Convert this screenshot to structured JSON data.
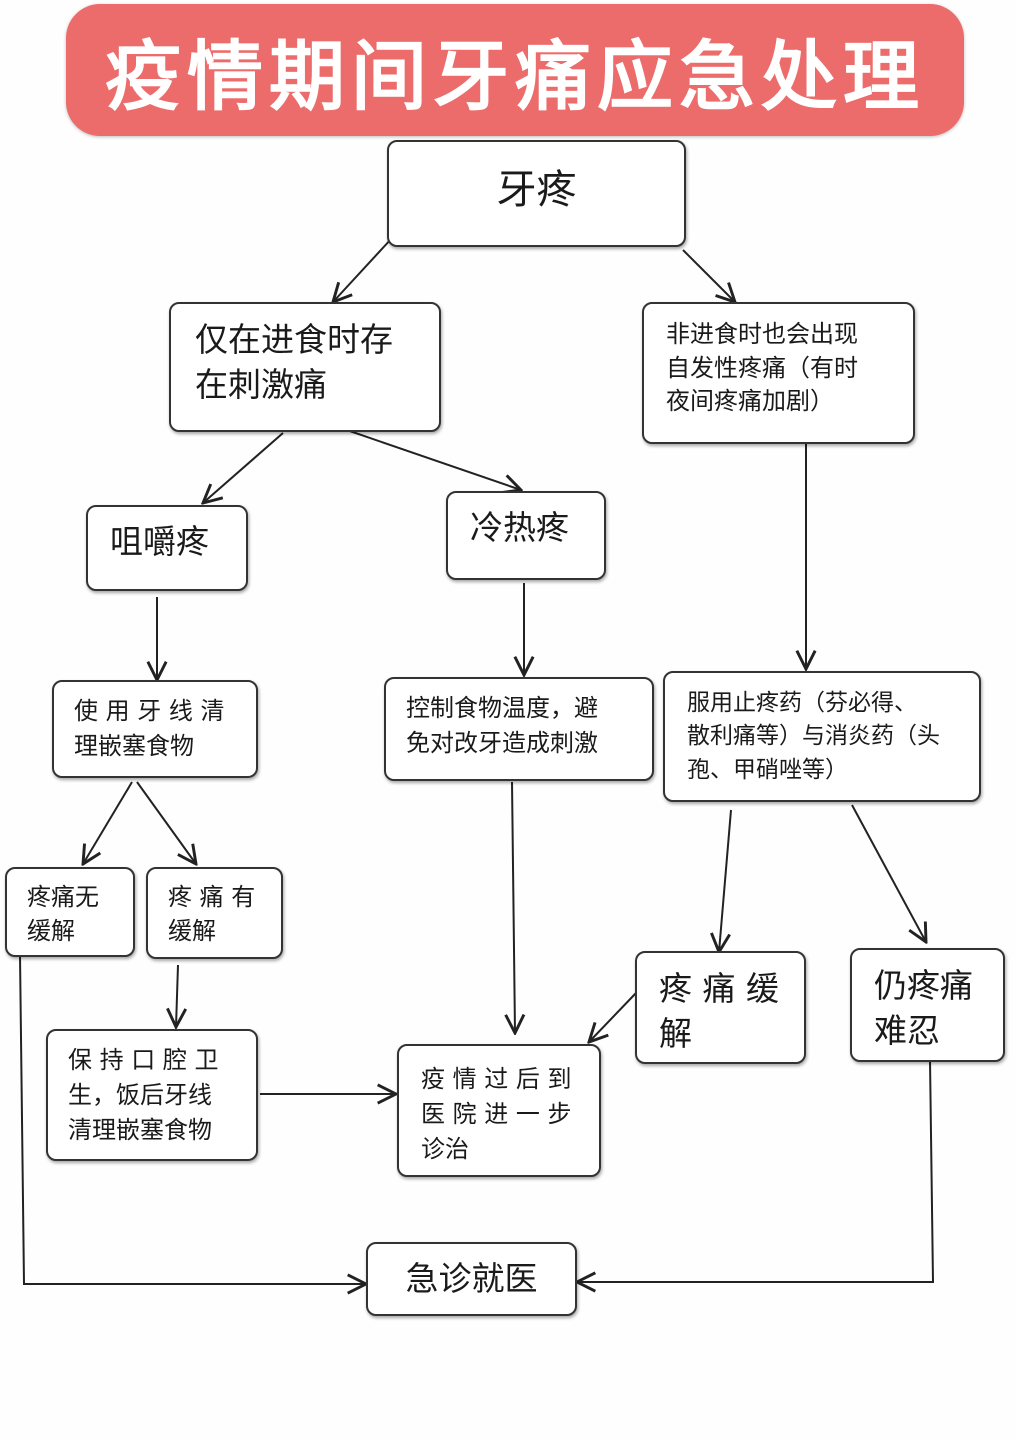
{
  "title": "疫情期间牙痛应急处理",
  "nodes": {
    "toothache": "牙疼",
    "eating_only": "仅在进食时存\n在刺激痛",
    "spontaneous": "非进食时也会出现\n自发性疼痛（有时\n夜间疼痛加剧）",
    "chewing": "咀嚼疼",
    "cold_hot": "冷热疼",
    "floss": "使 用 牙 线 清\n理嵌塞食物",
    "control_temp": "控制食物温度，避\n免对改牙造成刺激",
    "painkiller": "服用止疼药（芬必得、\n散利痛等）与消炎药（头\n孢、甲硝唑等）",
    "no_relief": "疼痛无\n缓解",
    "relief": "疼 痛 有\n缓解",
    "oral_hygiene": "保 持 口 腔 卫\n生，饭后牙线\n清理嵌塞食物",
    "followup": "疫 情 过 后 到\n医 院 进 一 步\n诊治",
    "pain_relieved": "疼 痛 缓\n解",
    "unbearable": "仍疼痛\n难忍",
    "emergency": "急诊就医"
  }
}
